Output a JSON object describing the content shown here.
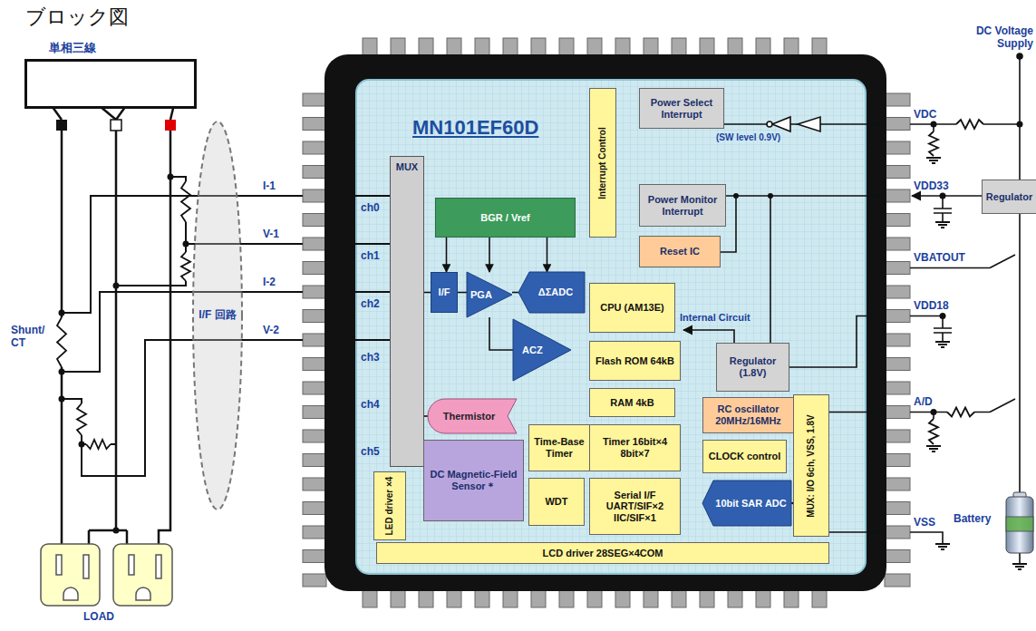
{
  "diagram": {
    "title": "ブロック図",
    "nodes": [
      {
        "text": [
          "単相三線"
        ]
      },
      {
        "text": [
          "I/F 回路"
        ]
      },
      {
        "text": [
          "MN101EF60D"
        ]
      },
      {
        "text": [
          "MUX"
        ],
        "in": 2
      },
      {
        "text": [
          "Interrupt Control"
        ],
        "in": 2
      },
      {
        "text": [
          "Power Select Interrupt"
        ],
        "in": 2
      },
      {
        "text": [
          "BGR / Vref"
        ],
        "in": 2
      },
      {
        "text": [
          "Power Monitor Interrupt"
        ],
        "in": 2
      },
      {
        "text": [
          "Reset IC"
        ],
        "in": 2
      },
      {
        "text": [
          "I/F"
        ],
        "in": 2
      },
      {
        "text": [
          "PGA"
        ],
        "in": 2
      },
      {
        "text": [
          "ΔΣADC"
        ],
        "in": 2
      },
      {
        "text": [
          "CPU (AM13E)"
        ],
        "in": 2
      },
      {
        "text": [
          "ACZ"
        ],
        "in": 2
      },
      {
        "text": [
          "Flash ROM 64kB"
        ],
        "in": 2
      },
      {
        "text": [
          "RAM 4kB"
        ],
        "in": 2
      },
      {
        "text": [
          "Regulator (1.8V)"
        ],
        "in": 2
      },
      {
        "text": [
          "RC oscillator 20MHz/16MHz"
        ],
        "in": 2
      },
      {
        "text": [
          "Thermistor"
        ],
        "in": 2
      },
      {
        "text": [
          "LED driver ×4"
        ],
        "in": 2
      },
      {
        "text": [
          "DC Magnetic-Field Sensor＊"
        ],
        "in": 2
      },
      {
        "text": [
          "Time-Base Timer"
        ],
        "in": 2
      },
      {
        "text": [
          "Timer 16bit×4 8bit×7"
        ],
        "in": 2
      },
      {
        "text": [
          "CLOCK control"
        ],
        "in": 2
      },
      {
        "text": [
          "WDT"
        ],
        "in": 2
      },
      {
        "text": [
          "Serial I/F UART/SIF×2 IIC/SIF×1"
        ],
        "in": 2
      },
      {
        "text": [
          "10bit SAR ADC"
        ],
        "in": 2
      },
      {
        "text": [
          "MUX: I/O 6ch, VSS, 1.8V"
        ],
        "in": 2
      },
      {
        "text": [
          "LCD driver 28SEG×4COM"
        ],
        "in": 2
      },
      {
        "text": [
          "Regulator"
        ]
      }
    ],
    "edges": [
      {
        "from": 6,
        "to": 9,
        "arrow": "to"
      },
      {
        "from": 6,
        "to": 10,
        "arrow": "to"
      },
      {
        "from": 6,
        "to": 11,
        "arrow": "to"
      },
      {
        "from": 3,
        "to": 9,
        "arrow": "none"
      },
      {
        "from": 9,
        "to": 10,
        "arrow": "none"
      },
      {
        "from": 10,
        "to": 11,
        "arrow": "none"
      },
      {
        "from": 10,
        "to": 13,
        "arrow": "none"
      },
      {
        "from": 18,
        "to": 3,
        "arrow": "none"
      },
      {
        "from": 27,
        "to": 26,
        "arrow": "to"
      }
    ],
    "labels": [
      "ch0",
      "ch1",
      "ch2",
      "ch3",
      "ch4",
      "ch5",
      "I-1",
      "V-1",
      "I-2",
      "V-2",
      "Shunt/ CT",
      "LOAD",
      "DC Voltage Supply",
      "VDC",
      "(SW level 0.9V)",
      "VDD33",
      "VBATOUT",
      "VDD18",
      "A/D",
      "VSS",
      "Internal Circuit",
      "Battery"
    ]
  }
}
